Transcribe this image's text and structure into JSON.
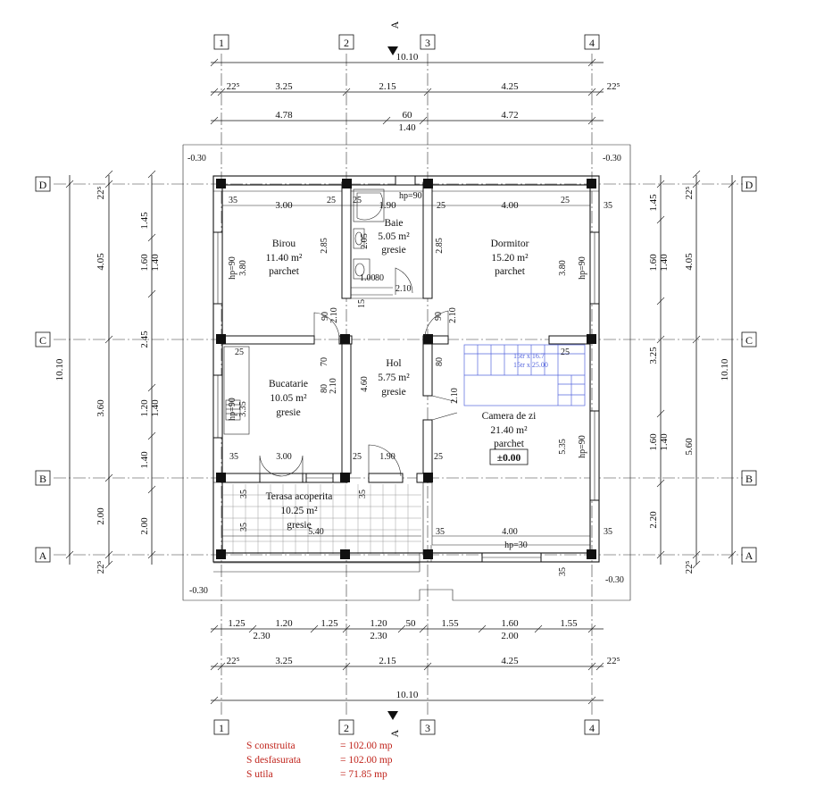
{
  "axes": {
    "columns": [
      "1",
      "2",
      "3",
      "4"
    ],
    "rows": [
      "D",
      "C",
      "B",
      "A"
    ]
  },
  "section_marker": "A",
  "top_dims": {
    "total": "10.10",
    "row2": [
      "22⁵",
      "3.25",
      "2.15",
      "4.25",
      "22⁵"
    ],
    "row3": [
      "4.78",
      "60",
      "4.72"
    ],
    "row3_sub": "1.40"
  },
  "bottom_dims": {
    "row1": [
      "1.25",
      "1.20",
      "1.25",
      "1.20",
      "50",
      "1.55",
      "1.60",
      "1.55"
    ],
    "row1_sub": [
      "2.30",
      "2.30",
      "2.00"
    ],
    "row2": [
      "22⁵",
      "3.25",
      "2.15",
      "4.25",
      "22⁵"
    ],
    "total": "10.10"
  },
  "left_dims": {
    "outer": [
      "22⁵",
      "4.05",
      "3.60",
      "2.00",
      "22⁵"
    ],
    "total": "10.10",
    "inner": [
      "1.45",
      "1.60",
      "1.40",
      "2.45",
      "1.20",
      "1.40",
      "1.40",
      "2.00"
    ]
  },
  "right_dims": {
    "inner": [
      "1.45",
      "1.60",
      "1.40",
      "3.25",
      "1.60",
      "1.40",
      "2.20"
    ],
    "outer": [
      "22⁵",
      "4.05",
      "5.60",
      "22⁵"
    ],
    "total": "10.10"
  },
  "levels": [
    "-0.30",
    "-0.30",
    "-0.30",
    "-0.30"
  ],
  "rooms": [
    {
      "name": "Birou",
      "area": "11.40 m²",
      "finish": "parchet"
    },
    {
      "name": "Baie",
      "area": "5.05 m²",
      "finish": "gresie"
    },
    {
      "name": "Dormitor",
      "area": "15.20 m²",
      "finish": "parchet"
    },
    {
      "name": "Bucatarie",
      "area": "10.05 m²",
      "finish": "gresie"
    },
    {
      "name": "Hol",
      "area": "5.75 m²",
      "finish": "gresie"
    },
    {
      "name": "Camera de zi",
      "area": "21.40 m²",
      "finish": "parchet"
    },
    {
      "name": "Terasa acoperita",
      "area": "10.25 m²",
      "finish": "gresie"
    }
  ],
  "floor_level": "±0.00",
  "interior_dims": {
    "wall35": "35",
    "wall25": "25",
    "birou_w": "3.00",
    "baie_w": "1.90",
    "dorm_w": "4.00",
    "hp90": "hp=90",
    "hp30": "hp=30",
    "birou_h": "3.80",
    "birou_h2": "2.85",
    "baie_h": "2.05",
    "dorm_h2": "2.85",
    "dorm_h": "3.80",
    "door90": "90",
    "door210": "2.10",
    "door80": "80",
    "door100": "1.00",
    "fifteen": "15",
    "seventy": "70",
    "hol_h": "4.60",
    "buc_h": "3.35",
    "bucw": "3.00",
    "holw": "1.90",
    "terasa_w": "5.40",
    "cz_h": "5.35",
    "cz_w": "4.00",
    "stair1": "15tr x 16.7",
    "stair2": "15tr x 25.00"
  },
  "areas": [
    {
      "label": "S construita",
      "value": "= 102.00 mp"
    },
    {
      "label": "S desfasurata",
      "value": "= 102.00 mp"
    },
    {
      "label": "S utila",
      "value": "=   71.85 mp"
    }
  ]
}
